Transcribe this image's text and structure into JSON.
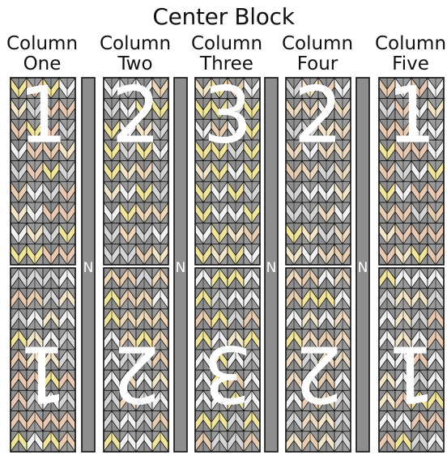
{
  "title": "Center Block",
  "columns": [
    {
      "line1": "Column",
      "line2": "One",
      "number": "1",
      "tint": "#e9c9b1"
    },
    {
      "line1": "Column",
      "line2": "Two",
      "number": "2",
      "tint": "#efd8b8"
    },
    {
      "line1": "Column",
      "line2": "Three",
      "number": "3",
      "tint": "#f0e39a"
    },
    {
      "line1": "Column",
      "line2": "Four",
      "number": "2",
      "tint": "#ecd9c0"
    },
    {
      "line1": "Column",
      "line2": "Five",
      "number": "1",
      "tint": "#e9c9b1"
    }
  ],
  "sashing_label": "N",
  "colors": {
    "grey": "#8e8e8e",
    "light_grey": "#d6d6d6",
    "white_fabric": "#f2f2f2",
    "tan": "#e8cdb0",
    "yellow": "#f1e59a",
    "cream": "#f3e6c8",
    "outline": "#111111"
  }
}
